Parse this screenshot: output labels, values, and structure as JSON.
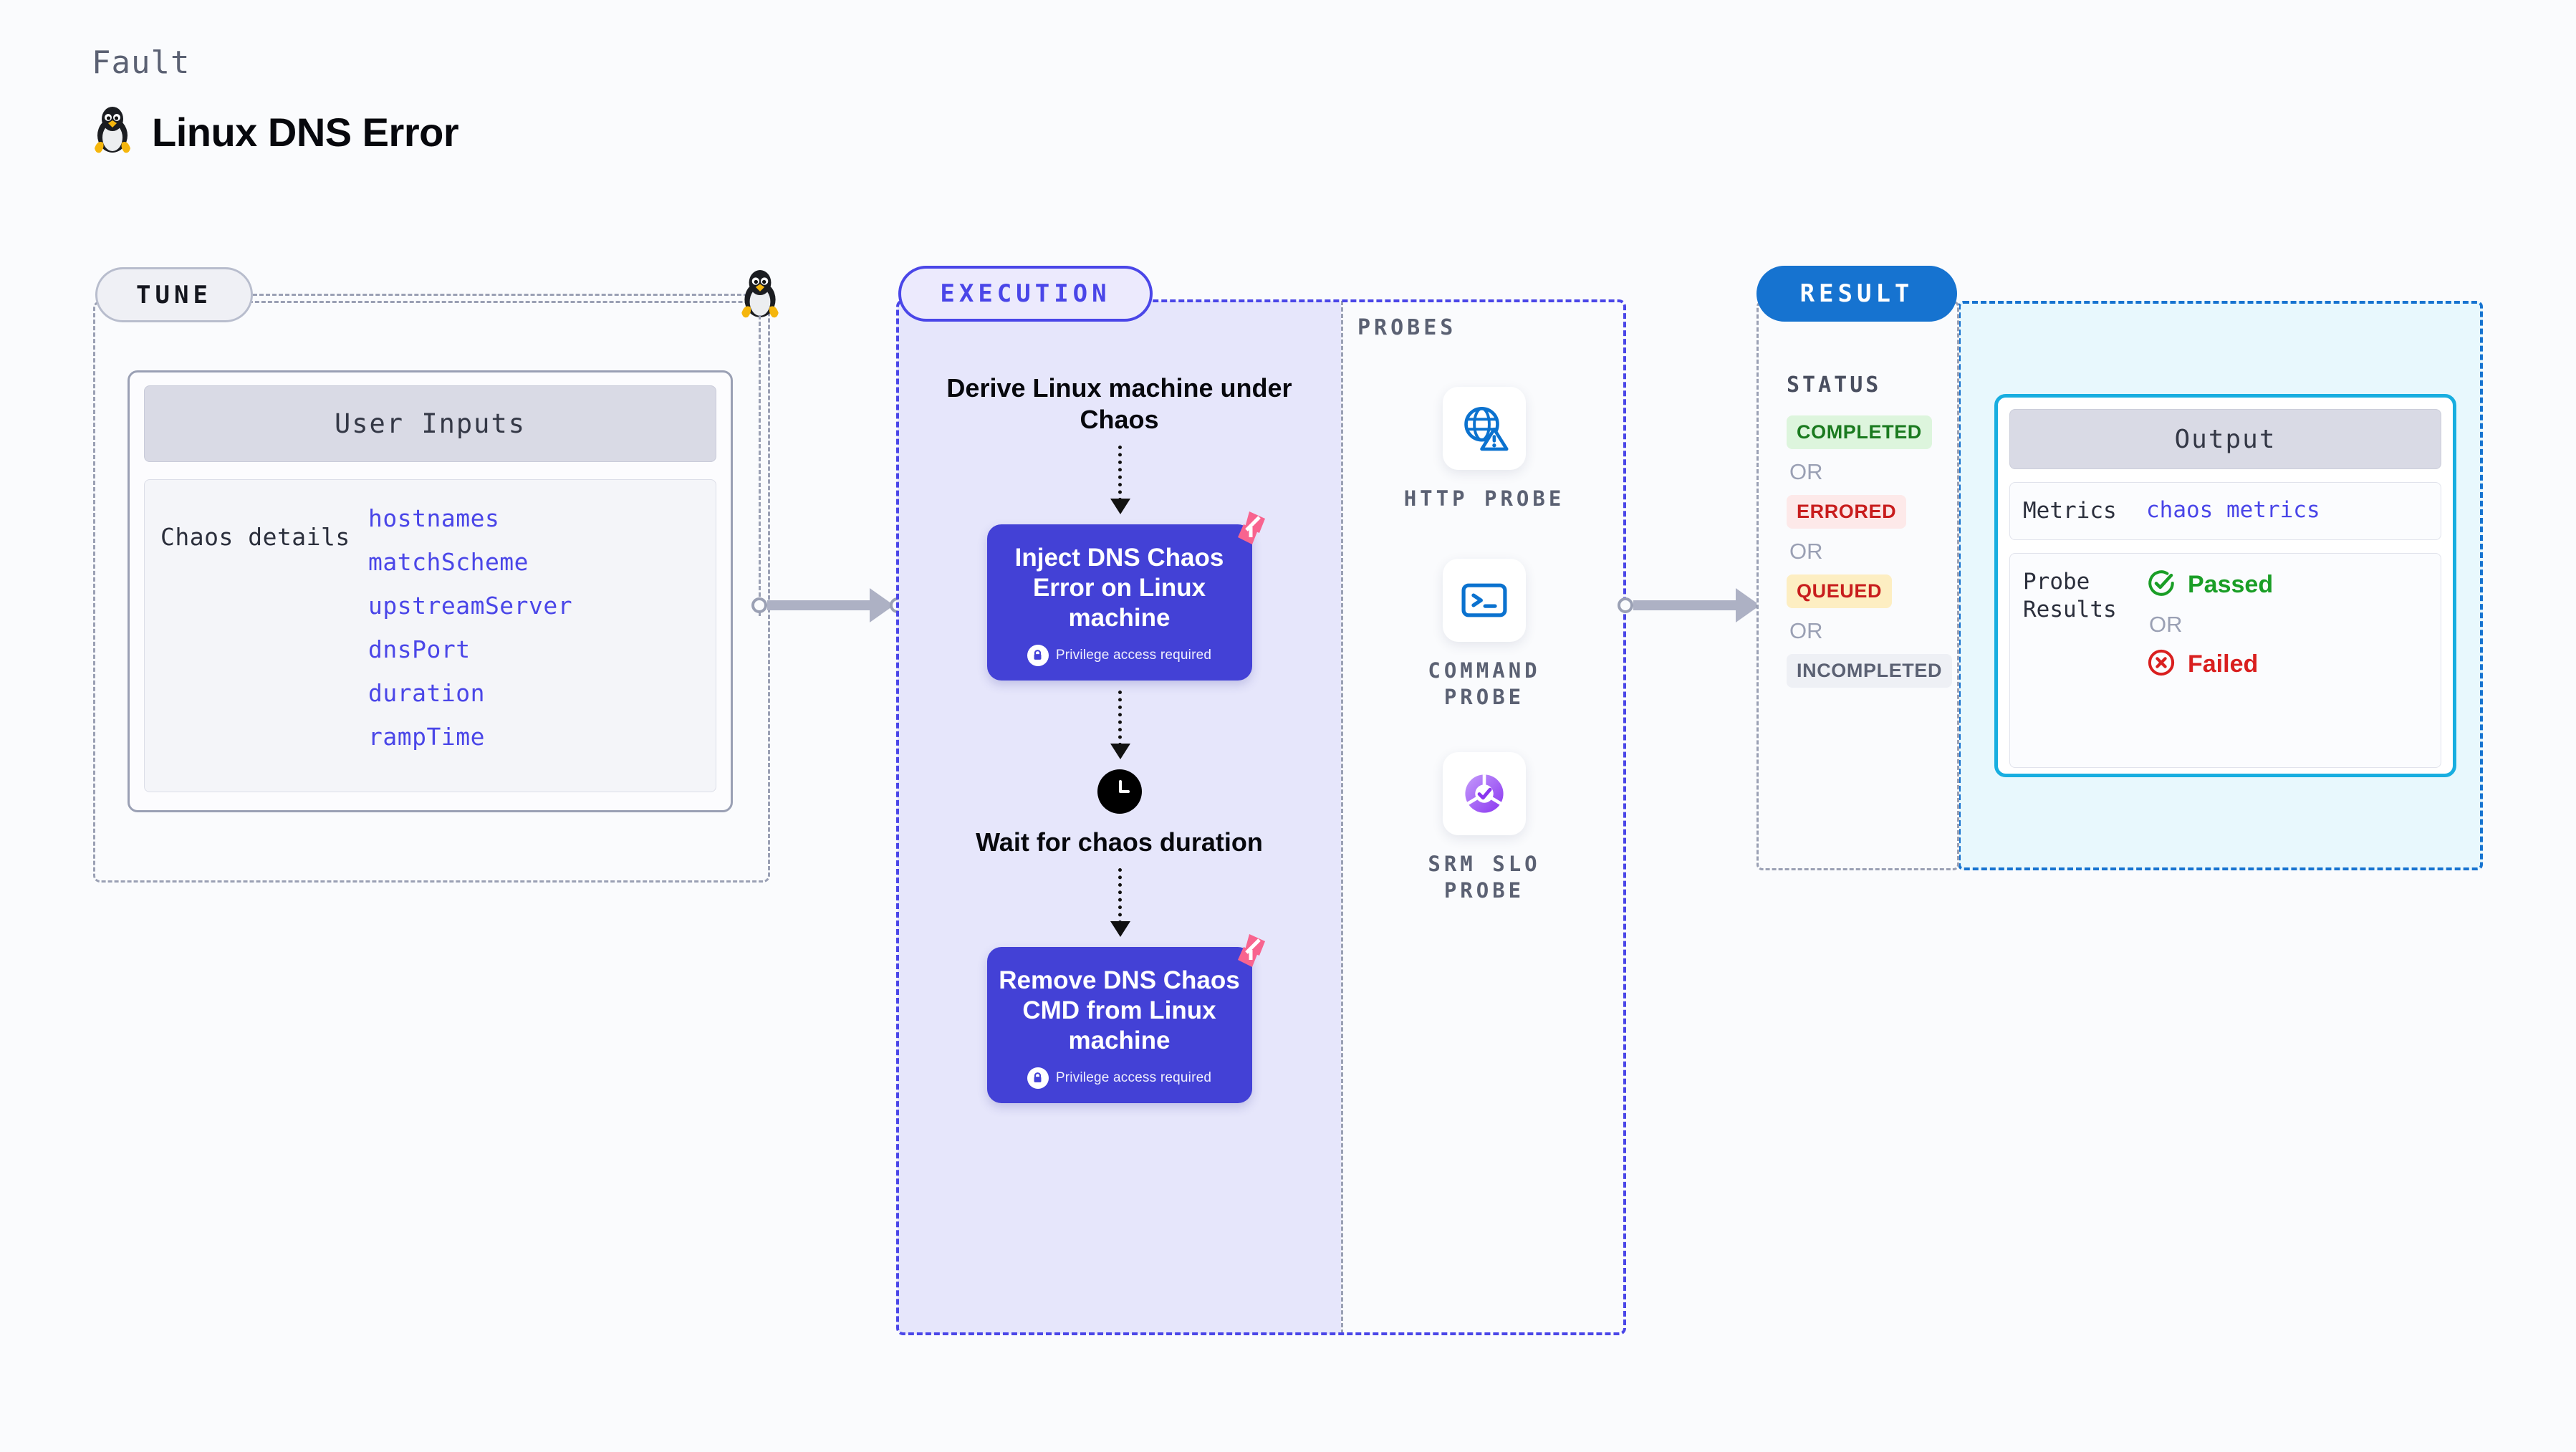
{
  "header": {
    "kicker": "Fault",
    "title": "Linux DNS Error",
    "icon": "linux-penguin-icon"
  },
  "tune": {
    "pill_label": "TUNE",
    "card_title": "User Inputs",
    "section_label": "Chaos details",
    "inputs": [
      "hostnames",
      "matchScheme",
      "upstreamServer",
      "dnsPort",
      "duration",
      "rampTime"
    ]
  },
  "execution": {
    "pill_label": "EXECUTION",
    "steps": {
      "derive": "Derive Linux machine under Chaos",
      "inject": "Inject DNS Chaos Error on Linux machine",
      "wait": "Wait for chaos duration",
      "remove": "Remove DNS Chaos CMD from Linux machine"
    },
    "privilege_note": "Privilege access required",
    "probes_label": "PROBES",
    "probes": [
      {
        "label": "HTTP PROBE",
        "icon": "globe-warning-icon"
      },
      {
        "label": "COMMAND PROBE",
        "icon": "terminal-prompt-icon"
      },
      {
        "label": "SRM SLO PROBE",
        "icon": "srm-slo-donut-check-icon"
      }
    ]
  },
  "result": {
    "pill_label": "RESULT",
    "status_label": "STATUS",
    "or_label": "OR",
    "statuses": [
      {
        "text": "COMPLETED",
        "color": "#1a7a1f",
        "bg": "#ddf5dd"
      },
      {
        "text": "ERRORED",
        "color": "#c81d1d",
        "bg": "#fde9e9"
      },
      {
        "text": "QUEUED",
        "color": "#c81d1d",
        "bg": "#fdeec2"
      },
      {
        "text": "INCOMPLETED",
        "color": "#5b6173",
        "bg": "#eef0f5"
      }
    ],
    "output": {
      "title": "Output",
      "metrics_key": "Metrics",
      "metrics_value": "chaos metrics",
      "probe_results_key": "Probe Results",
      "passed": "Passed",
      "failed": "Failed",
      "or_label": "OR"
    }
  },
  "colors": {
    "node_purple": "#4341d6",
    "execution_accent": "#4a46e8",
    "result_accent": "#1673d0",
    "output_border": "#18aee0",
    "passed_green": "#1a9e26",
    "failed_red": "#d91f1f",
    "ribbon_pink": "#f8648f"
  }
}
